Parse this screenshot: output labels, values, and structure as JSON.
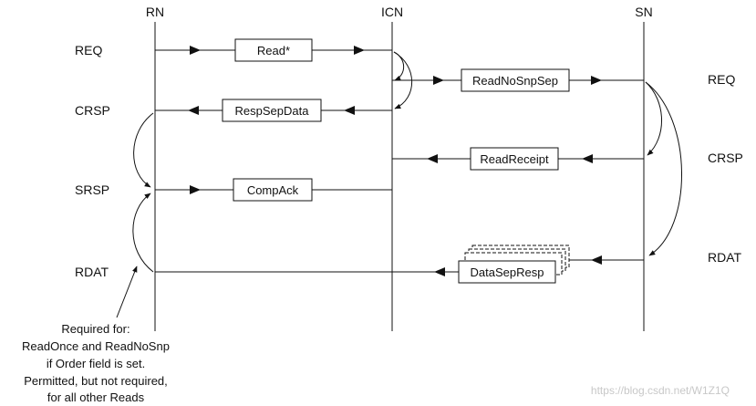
{
  "lanes": {
    "rn": "RN",
    "icn": "ICN",
    "sn": "SN"
  },
  "left_channels": {
    "req": "REQ",
    "crsp": "CRSP",
    "srsp": "SRSP",
    "rdat": "RDAT"
  },
  "right_channels": {
    "req": "REQ",
    "crsp": "CRSP",
    "rdat": "RDAT"
  },
  "messages": {
    "read": "Read*",
    "readnosnpsep": "ReadNoSnpSep",
    "respsepdata": "RespSepData",
    "readreceipt": "ReadReceipt",
    "compack": "CompAck",
    "datasepresp": "DataSepResp"
  },
  "note": {
    "line1": "Required for:",
    "line2": "ReadOnce and ReadNoSnp",
    "line3": "if Order field is set.",
    "line4": "Permitted, but not required,",
    "line5": "for all other Reads"
  },
  "watermark": "https://blog.csdn.net/W1Z1Q"
}
